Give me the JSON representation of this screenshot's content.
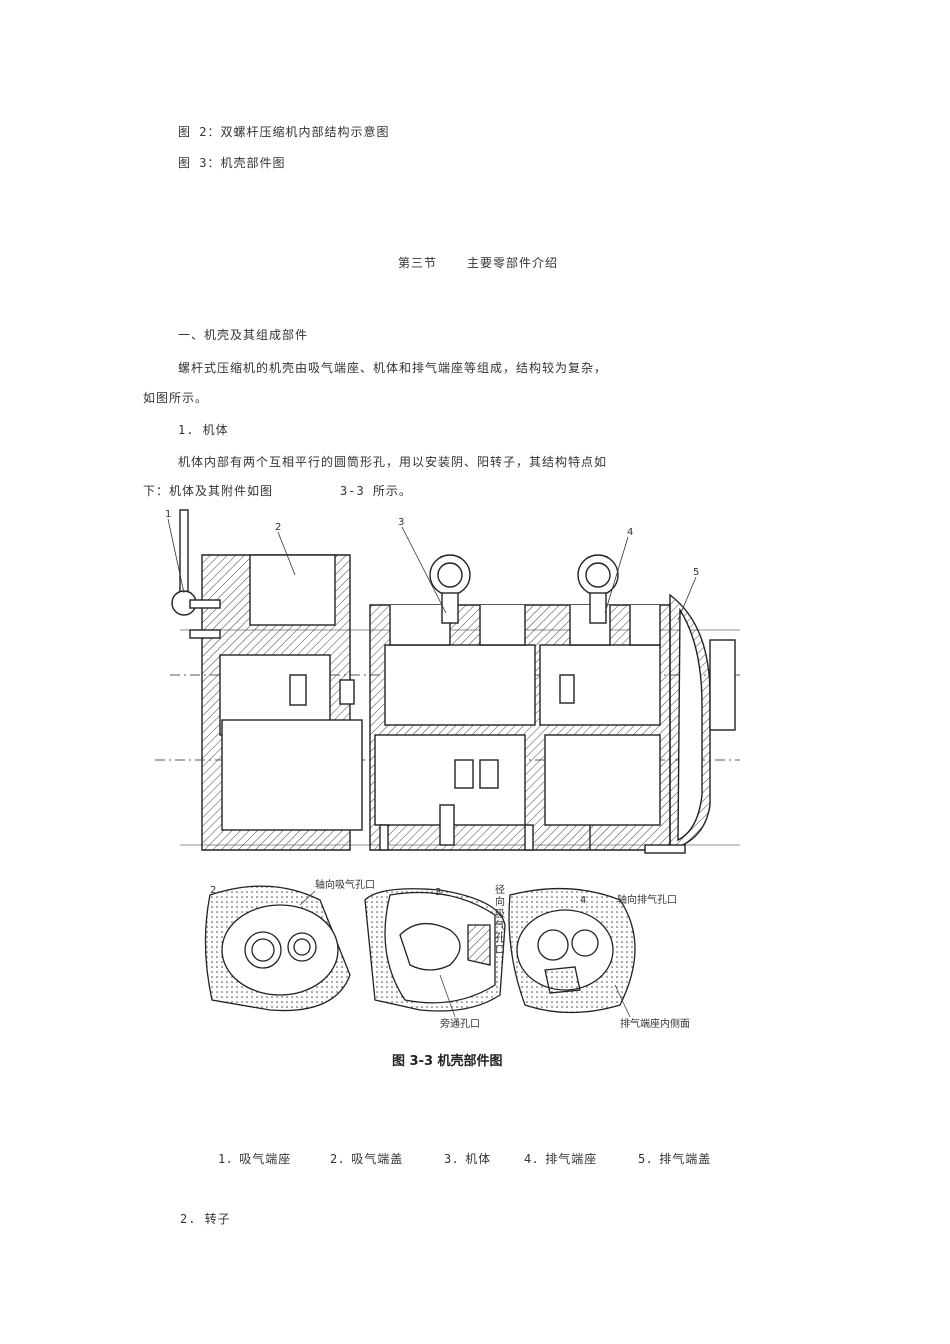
{
  "lines": {
    "l1": "图 2：双螺杆压缩机内部结构示意图",
    "l2": "图 3：机壳部件图",
    "section_num": "第三节",
    "section_title": "主要零部件介绍",
    "sub_heading": "一、机壳及其组成部件",
    "para1_a": "螺杆式压缩机的机壳由吸气端座、机体和排气端座等组成，结构较为复杂，",
    "para1_b": "如图所示。",
    "item1": "1. 机体",
    "para2_a": "机体内部有两个互相平行的圆筒形孔，用以安装阴、阳转子，其结构特点如",
    "para2_b": "下：机体及其附件如图",
    "para2_c": "3-3 所示。"
  },
  "figure": {
    "callouts": [
      "1",
      "2",
      "3",
      "4",
      "5"
    ],
    "sub_callouts": [
      "2",
      "3",
      "4"
    ],
    "label_axial_suction": "轴向吸气孔口",
    "label_radial_suction": [
      "径",
      "向",
      "吸",
      "气",
      "孔",
      "口"
    ],
    "label_axial_discharge": "轴向排气孔口",
    "label_bypass": "旁通孔口",
    "label_discharge_inner": "排气端座内侧面",
    "caption": "图 3-3   机壳部件图"
  },
  "legend": {
    "items": [
      "1．吸气端座",
      "2．吸气端盖",
      "3．机体",
      "4．排气端座",
      "5．排气端盖"
    ]
  },
  "item2": "2. 转子"
}
